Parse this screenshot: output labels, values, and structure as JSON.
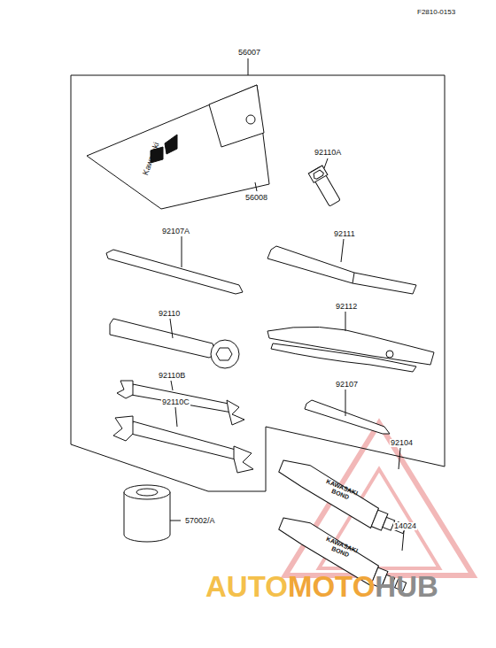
{
  "diagram": {
    "labels": [
      "F2810-0153",
      "56007",
      "56008",
      "92110A",
      "92107A",
      "92111",
      "92110",
      "92112",
      "92110B",
      "92107",
      "92110C",
      "92104",
      "57002/A",
      "14024",
      "Kawasaki",
      "KAWASAKI",
      "BOND",
      "KAWASAKI",
      "BOND",
      "AUTO",
      "MOTO",
      "HUB"
    ]
  }
}
